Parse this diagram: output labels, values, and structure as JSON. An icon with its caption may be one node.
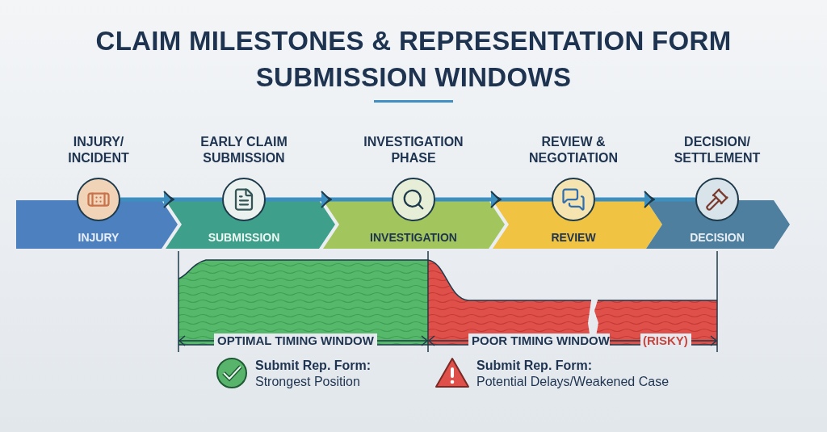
{
  "diagram": {
    "title": "CLAIM MILESTONES & REPRESENTATION FORM SUBMISSION WINDOWS",
    "nodes": [
      {
        "text": [
          "INJURY/ INCIDENT",
          "INJURY"
        ]
      },
      {
        "text": [
          "EARLY CLAIM SUBMISSION",
          "SUBMISSION"
        ]
      },
      {
        "text": [
          "INVESTIGATION PHASE",
          "INVESTIGATION"
        ]
      },
      {
        "text": [
          "REVIEW & NEGOTIATION",
          "REVIEW"
        ]
      },
      {
        "text": [
          "DECISION/ SETTLEMENT",
          "DECISION"
        ]
      },
      {
        "text": [],
        "shape": "circle"
      },
      {
        "text": [],
        "shape": "circle"
      },
      {
        "text": [],
        "shape": "circle"
      },
      {
        "text": [],
        "shape": "circle"
      },
      {
        "text": [],
        "shape": "circle"
      }
    ],
    "edges": [
      {
        "from": 5,
        "to": 6,
        "arrow": "to"
      },
      {
        "from": 6,
        "to": 7,
        "arrow": "to"
      },
      {
        "from": 7,
        "to": 8,
        "arrow": "to"
      },
      {
        "from": 8,
        "to": 9,
        "arrow": "to"
      }
    ],
    "labels": [
      "OPTIMAL TIMING WINDOW",
      "POOR TIMING WINDOW",
      "(RISKY)",
      "Submit Rep. Form:",
      "Strongest Position",
      "Submit Rep. Form:",
      "Potential Delays/Weakened Case"
    ]
  }
}
